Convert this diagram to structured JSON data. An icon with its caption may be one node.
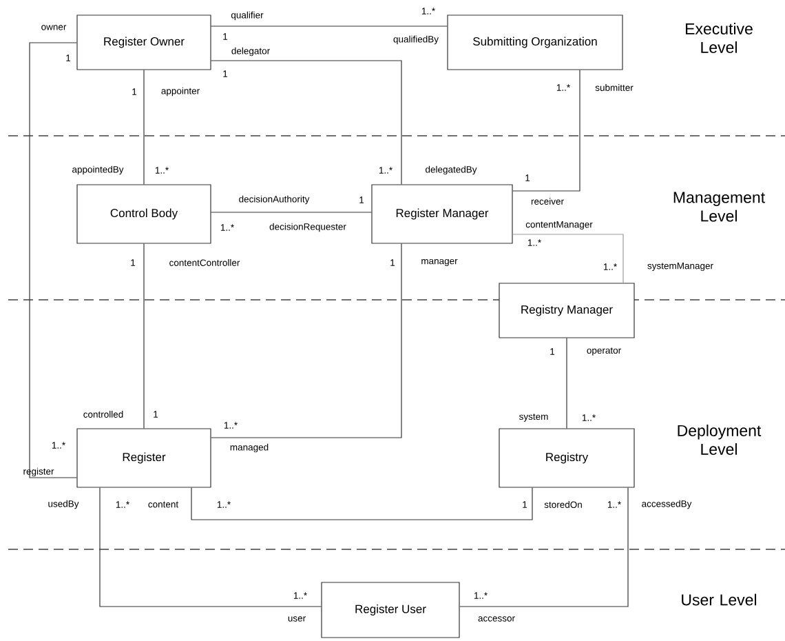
{
  "diagram": {
    "nodes": [
      {
        "text": [
          "Register Owner"
        ]
      },
      {
        "text": [
          "Submitting Organization"
        ]
      },
      {
        "text": [
          "Control Body"
        ]
      },
      {
        "text": [
          "Register Manager"
        ]
      },
      {
        "text": [
          "Registry Manager"
        ]
      },
      {
        "text": [
          "Register"
        ]
      },
      {
        "text": [
          "Registry"
        ]
      },
      {
        "text": [
          "Register User"
        ]
      }
    ],
    "edges": [
      {
        "from": 0,
        "to": 1,
        "arrow": "none"
      },
      {
        "from": 0,
        "to": 3,
        "arrow": "none"
      },
      {
        "from": 0,
        "to": 2,
        "arrow": "none"
      },
      {
        "from": 0,
        "to": 5,
        "arrow": "none"
      },
      {
        "from": 1,
        "to": 3,
        "arrow": "none"
      },
      {
        "from": 2,
        "to": 3,
        "arrow": "none"
      },
      {
        "from": 2,
        "to": 5,
        "arrow": "none"
      },
      {
        "from": 3,
        "to": 4,
        "arrow": "none",
        "color": "#9a9a9a"
      },
      {
        "from": 3,
        "to": 5,
        "arrow": "none"
      },
      {
        "from": 4,
        "to": 6,
        "arrow": "none"
      },
      {
        "from": 5,
        "to": 6,
        "arrow": "none"
      },
      {
        "from": 5,
        "to": 7,
        "arrow": "none"
      },
      {
        "from": 6,
        "to": 7,
        "arrow": "none"
      }
    ],
    "labels": [
      "qualifier",
      "1..*",
      "Executive Level",
      "1",
      "qualifiedBy",
      "delegator",
      "owner",
      "1",
      "1",
      "1",
      "appointer",
      "1..*",
      "submitter",
      "appointedBy",
      "1..*",
      "1..*",
      "delegatedBy",
      "1",
      "decisionAuthority",
      "1",
      "receiver",
      "Management Level",
      "1..*",
      "decisionRequester",
      "contentManager",
      "1..*",
      "1",
      "contentController",
      "1",
      "manager",
      "1..*",
      "systemManager",
      "1",
      "operator",
      "controlled",
      "1",
      "system",
      "1..*",
      "1..*",
      "Deployment Level",
      "1..*",
      "managed",
      "register",
      "usedBy",
      "1..*",
      "content",
      "1..*",
      "1",
      "storedOn",
      "1..*",
      "accessedBy",
      "1..*",
      "1..*",
      "User Level",
      "user",
      "accessor"
    ]
  }
}
